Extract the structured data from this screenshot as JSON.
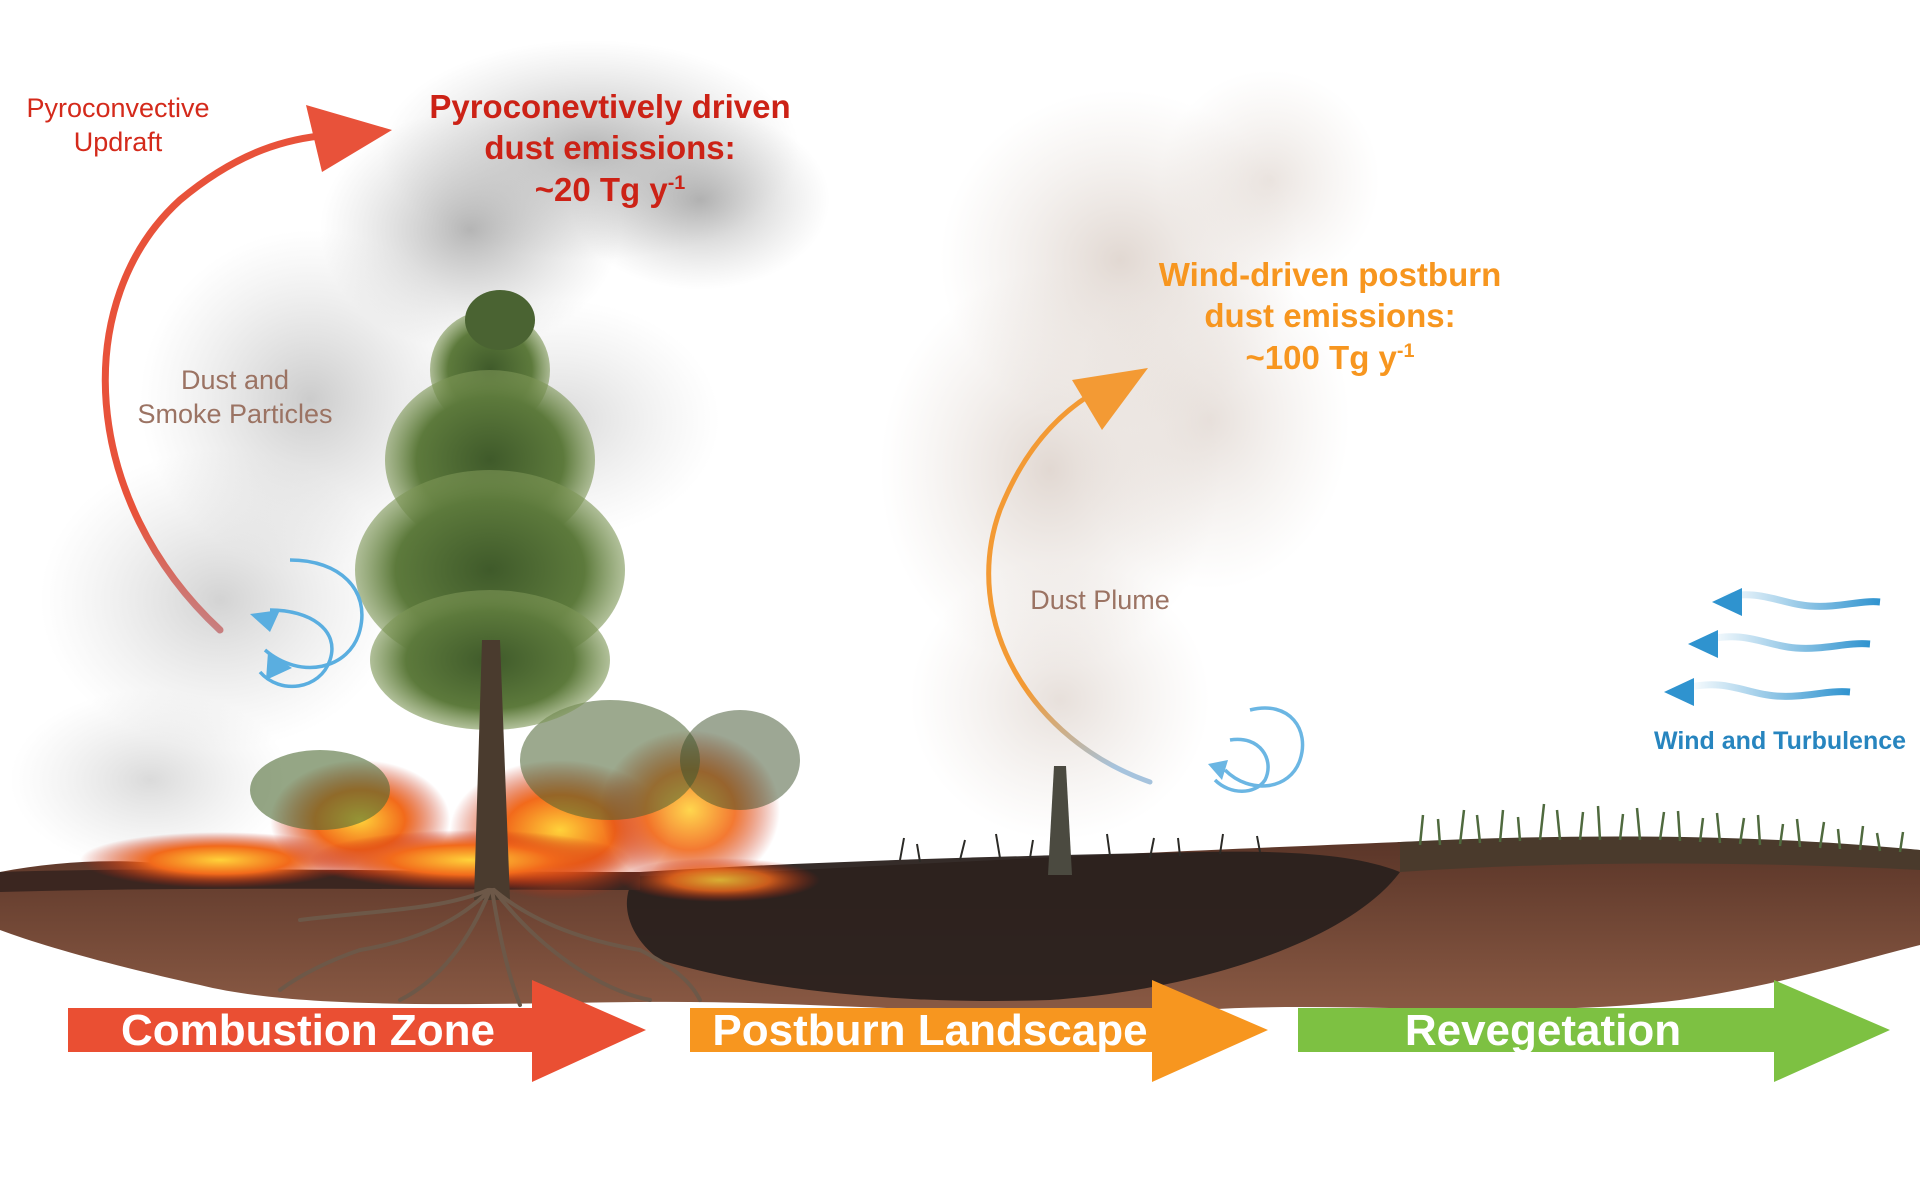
{
  "labels": {
    "updraft_line1": "Pyroconvective",
    "updraft_line2": "Updraft",
    "pyro_line1": "Pyroconevtively driven",
    "pyro_line2": "dust emissions:",
    "pyro_value": "~20 Tg y",
    "pyro_exp": "-1",
    "particles_line1": "Dust and",
    "particles_line2": "Smoke Particles",
    "wind_line1": "Wind-driven postburn",
    "wind_line2": "dust emissions:",
    "wind_value": "~100 Tg y",
    "wind_exp": "-1",
    "dust_plume": "Dust Plume",
    "wind_turbulence": "Wind and Turbulence"
  },
  "stages": [
    {
      "label": "Combustion Zone",
      "color": "#ea4f33"
    },
    {
      "label": "Postburn Landscape",
      "color": "#f7961f"
    },
    {
      "label": "Revegetation",
      "color": "#7dc142"
    }
  ],
  "colors": {
    "updraft_arrow": "#e8523a",
    "plume_arrow": "#f39a34",
    "wind_blue": "#3b9ed6",
    "soil": "#6b3f2e",
    "burnt_soil": "#2b211d",
    "smoke": "#b5b5b5"
  }
}
